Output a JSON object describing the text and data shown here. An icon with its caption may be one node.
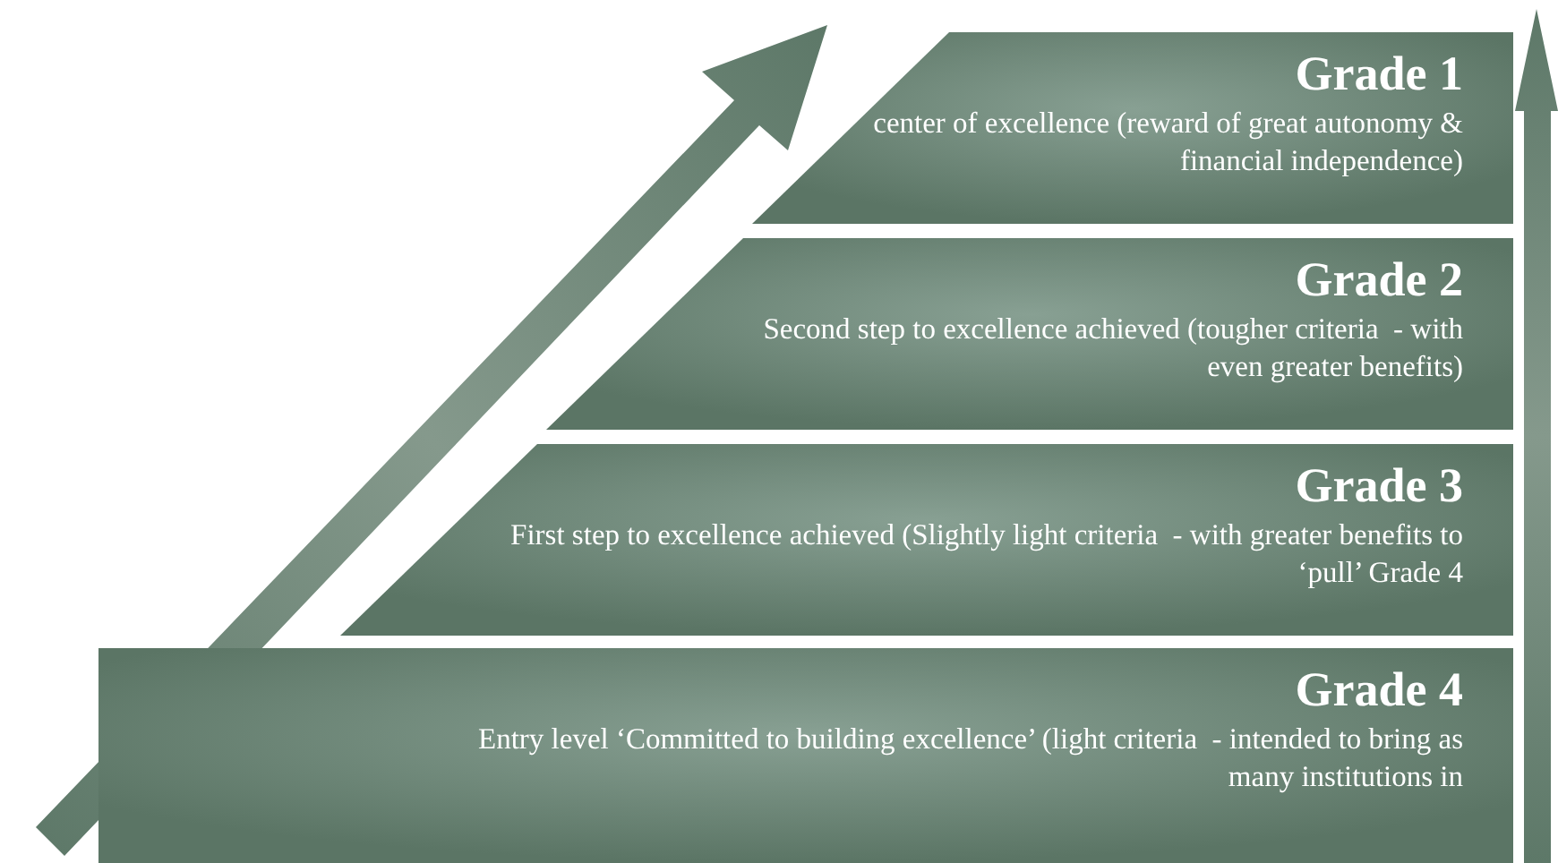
{
  "diagram": {
    "nodes": [
      {
        "text": [
          "Grade 1",
          "center of excellence (reward of great autonomy & financial independence)"
        ]
      },
      {
        "text": [
          "Grade 2",
          "Second step to excellence achieved (tougher criteria  - with even greater benefits)"
        ]
      },
      {
        "text": [
          "Grade 3",
          "First step to excellence achieved (Slightly light criteria  - with greater benefits to ‘pull’ Grade 4"
        ]
      },
      {
        "text": [
          "Grade 4",
          "Entry level ‘Committed to building excellence’ (light criteria  - intended to bring as many institutions in"
        ]
      }
    ]
  }
}
